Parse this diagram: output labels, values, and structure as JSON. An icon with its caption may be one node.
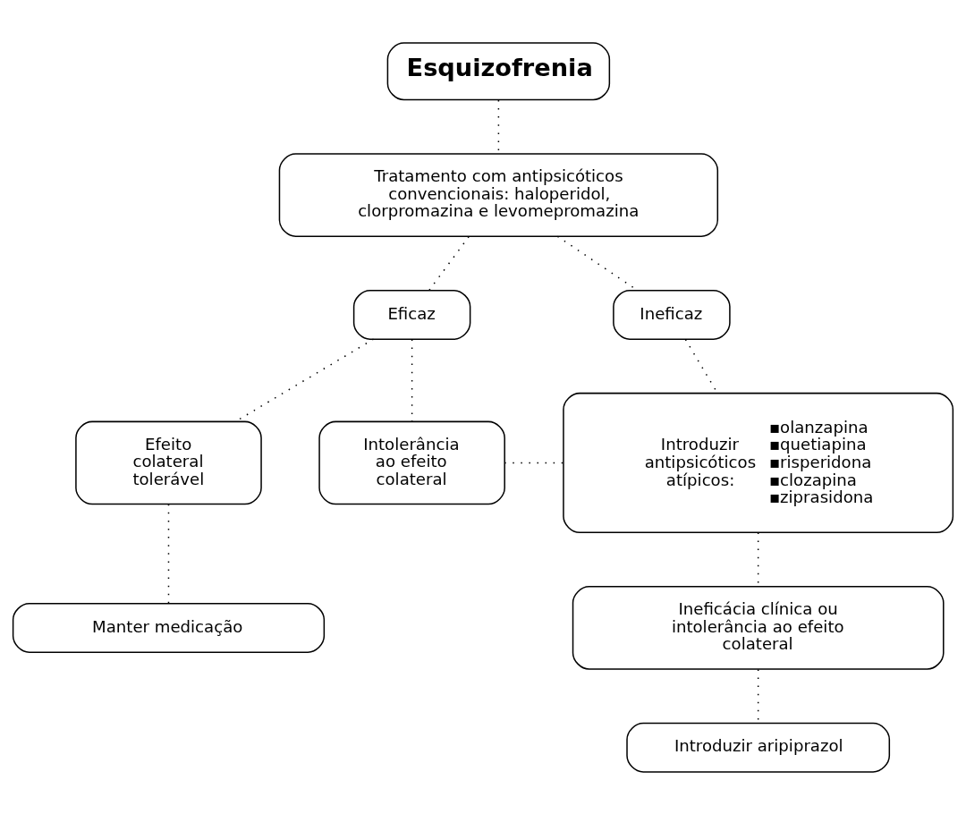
{
  "diagram": {
    "nodes": [
      {
        "text": [
          "Esquizofrenia"
        ]
      },
      {
        "text": [
          "Tratamento com antipsicóticos convencionais: haloperidol, clorpromazina e levomepromazina"
        ]
      },
      {
        "text": [
          "Eficaz"
        ]
      },
      {
        "text": [
          "Ineficaz"
        ]
      },
      {
        "text": [
          "Efeito colateral tolerável"
        ]
      },
      {
        "text": [
          "Intolerância ao efeito colateral"
        ]
      },
      {
        "text": [
          "Introduzir antipsicóticos atípicos:",
          "▪olanzapina",
          "▪quetiapina",
          "▪risperidona",
          "▪clozapina",
          "▪ziprasidona"
        ]
      },
      {
        "text": [
          "Manter medicação"
        ]
      },
      {
        "text": [
          "Ineficácia clínica ou intolerância ao efeito colateral"
        ]
      },
      {
        "text": [
          "Introduzir aripiprazol"
        ]
      }
    ],
    "edges": [
      {
        "from": 0,
        "to": 1,
        "arrow": "none",
        "style": "dashed"
      },
      {
        "from": 1,
        "to": 2,
        "arrow": "none",
        "style": "dashed"
      },
      {
        "from": 1,
        "to": 3,
        "arrow": "none",
        "style": "dashed"
      },
      {
        "from": 2,
        "to": 4,
        "arrow": "none",
        "style": "dashed"
      },
      {
        "from": 2,
        "to": 5,
        "arrow": "none",
        "style": "dashed"
      },
      {
        "from": 3,
        "to": 6,
        "arrow": "none",
        "style": "dashed"
      },
      {
        "from": 5,
        "to": 6,
        "arrow": "none",
        "style": "dashed"
      },
      {
        "from": 4,
        "to": 7,
        "arrow": "none",
        "style": "dashed"
      },
      {
        "from": 6,
        "to": 8,
        "arrow": "none",
        "style": "dashed"
      },
      {
        "from": 8,
        "to": 9,
        "arrow": "none",
        "style": "dashed"
      }
    ]
  }
}
